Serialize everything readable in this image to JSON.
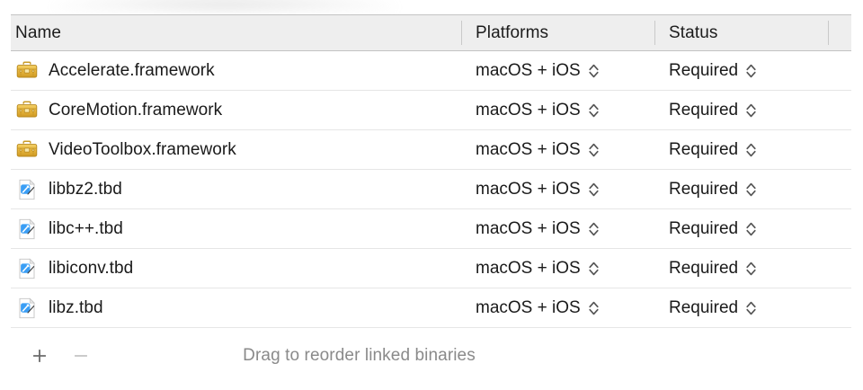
{
  "panel": {
    "columns": [
      {
        "key": "name",
        "label": "Name"
      },
      {
        "key": "platforms",
        "label": "Platforms"
      },
      {
        "key": "status",
        "label": "Status"
      }
    ],
    "rows": [
      {
        "icon": "framework-toolbox-icon",
        "name": "Accelerate.framework",
        "platforms": "macOS + iOS",
        "status": "Required"
      },
      {
        "icon": "framework-toolbox-icon",
        "name": "CoreMotion.framework",
        "platforms": "macOS + iOS",
        "status": "Required"
      },
      {
        "icon": "framework-toolbox-icon",
        "name": "VideoToolbox.framework",
        "platforms": "macOS + iOS",
        "status": "Required"
      },
      {
        "icon": "tbd-document-icon",
        "name": "libbz2.tbd",
        "platforms": "macOS + iOS",
        "status": "Required"
      },
      {
        "icon": "tbd-document-icon",
        "name": "libc++.tbd",
        "platforms": "macOS + iOS",
        "status": "Required"
      },
      {
        "icon": "tbd-document-icon",
        "name": "libiconv.tbd",
        "platforms": "macOS + iOS",
        "status": "Required"
      },
      {
        "icon": "tbd-document-icon",
        "name": "libz.tbd",
        "platforms": "macOS + iOS",
        "status": "Required"
      }
    ],
    "toolbar": {
      "add_label": "+",
      "remove_label": "−",
      "hint": "Drag to reorder linked binaries"
    }
  },
  "colors": {
    "header_background": "#eeeeee",
    "header_border": "#c3c3c3",
    "row_separator": "#e6e6e6",
    "text_primary": "#1a1a1a",
    "text_hint": "#8a8a8a",
    "add_button": "#6b6b6b",
    "remove_button_disabled": "#c6c6c6",
    "framework_icon": "#e0a82e",
    "tbd_icon": "#3a9ef5"
  }
}
